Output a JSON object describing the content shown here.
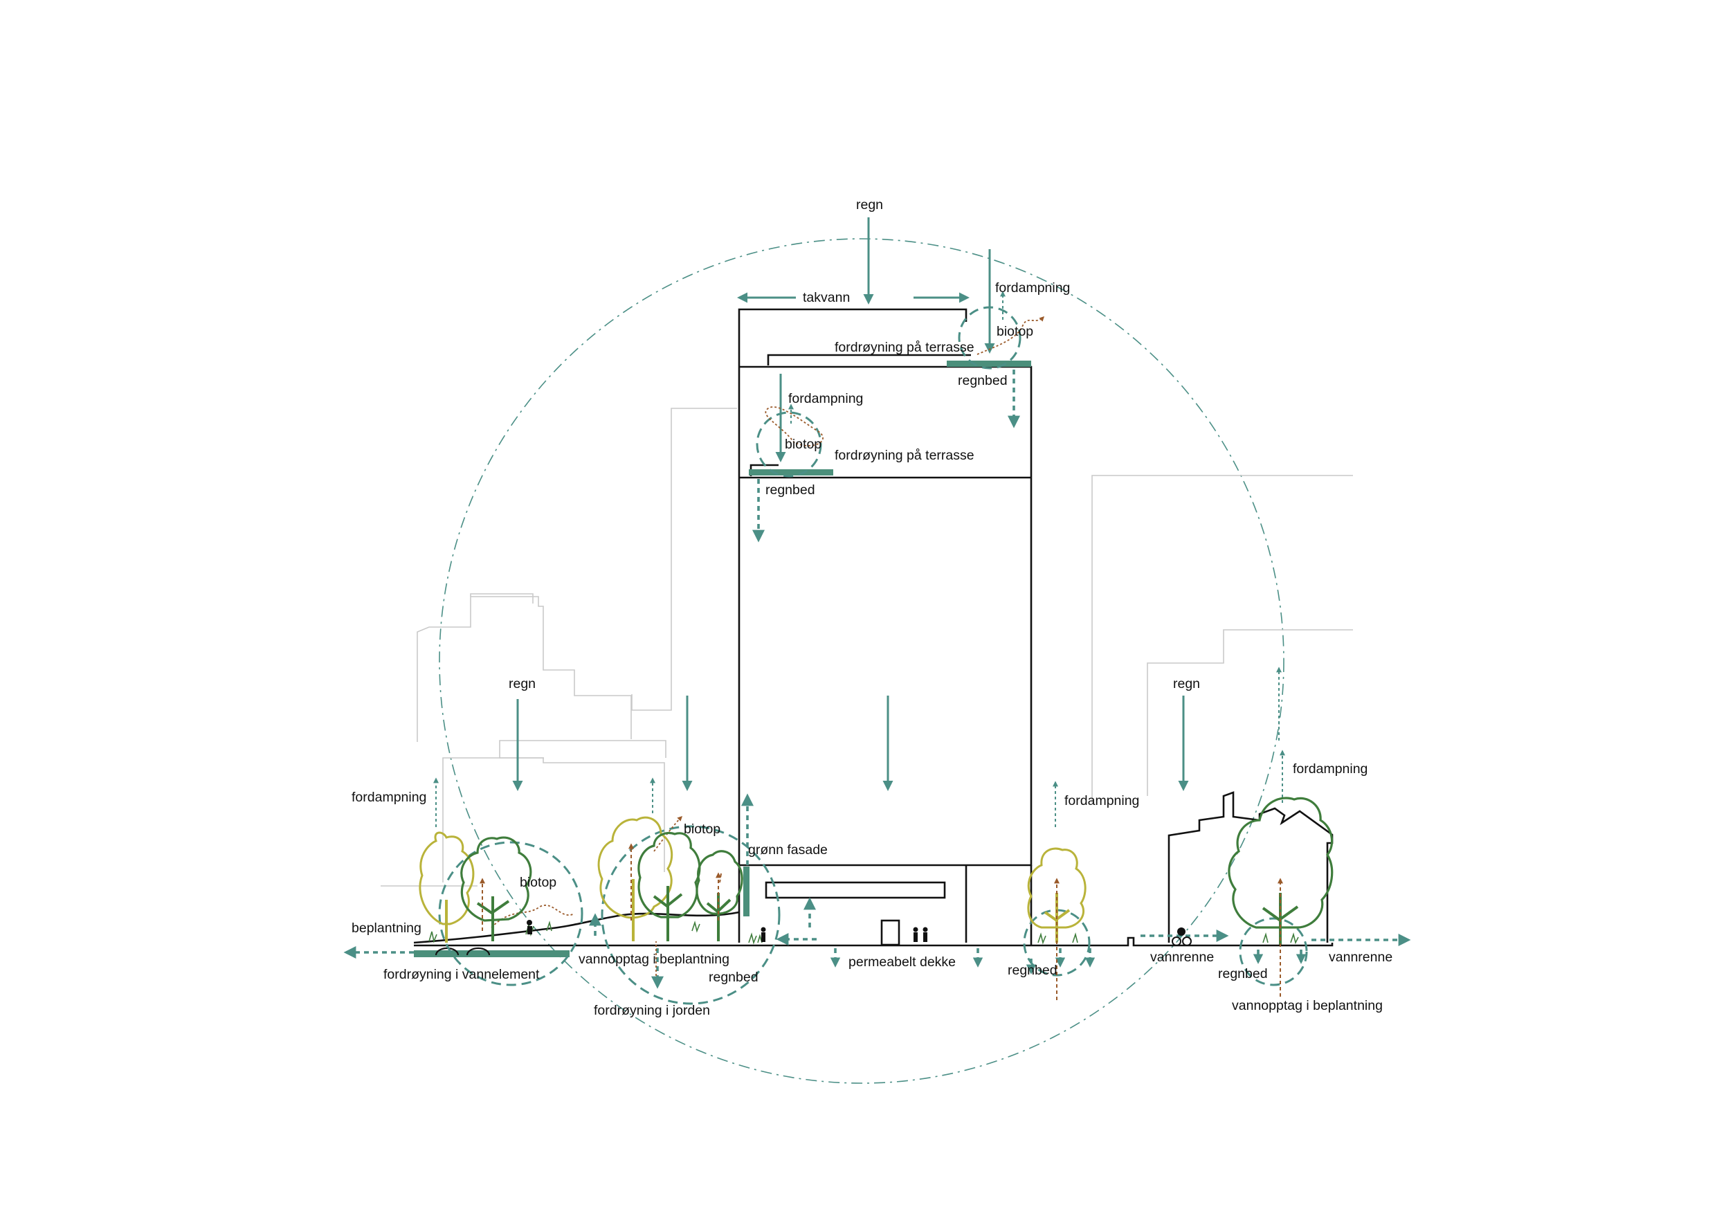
{
  "labels": {
    "regn_top": "regn",
    "takvann": "takvann",
    "fordampning_roof": "fordampning",
    "biotop_roof": "biotop",
    "fordroyning_terrasse_upper": "fordrøyning på terrasse",
    "regnbed_roof": "regnbed",
    "fordampning_terrace": "fordampning",
    "biotop_terrace": "biotop",
    "fordroyning_terrasse_lower": "fordrøyning på terrasse",
    "regnbed_terrace": "regnbed",
    "regn_left": "regn",
    "fordampning_left": "fordampning",
    "biotop_left": "biotop",
    "beplantning_left": "beplantning",
    "fordroyning_vannelement": "fordrøyning i vannelement",
    "biotop_mid": "biotop",
    "gronn_fasade": "grønn fasade",
    "vannopptag": "vannopptag i beplantning",
    "regnbed_mid": "regnbed",
    "fordroyning_jorden": "fordrøyning i jorden",
    "permeabelt_dekke": "permeabelt dekke",
    "fordampning_street": "fordampning",
    "regnbed_street": "regnbed",
    "regn_right": "regn",
    "fordampning_right": "fordampning",
    "vannrenne_1": "vannrenne",
    "vannrenne_2": "vannrenne",
    "regnbed_right": "regnbed",
    "vannopptag_right": "vannopptag i beplantning"
  },
  "colors": {
    "water": "#4b8f86",
    "tree_young": "#b9b33a",
    "tree_mature": "#3f7d3c",
    "roots": "#9a5a2a",
    "building": "#111111",
    "context": "#c9c9c9",
    "raingarden": "#4b8f7b"
  }
}
